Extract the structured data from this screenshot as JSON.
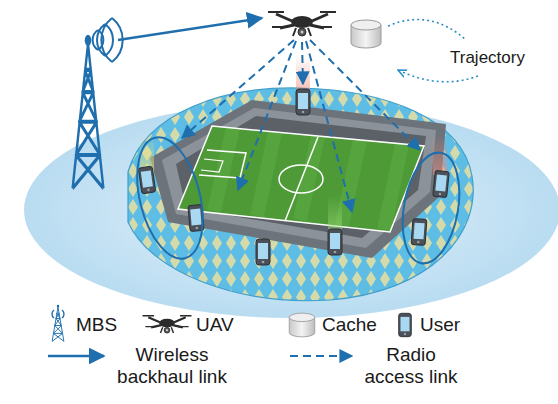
{
  "diagram": {
    "labels": [
      "Trajectory"
    ],
    "legend": [
      {
        "text": "MBS"
      },
      {
        "text": "UAV"
      },
      {
        "text": "Cache"
      },
      {
        "text": "User"
      },
      {
        "text": "Wireless backhaul link"
      },
      {
        "text": "Radio access link"
      }
    ]
  }
}
